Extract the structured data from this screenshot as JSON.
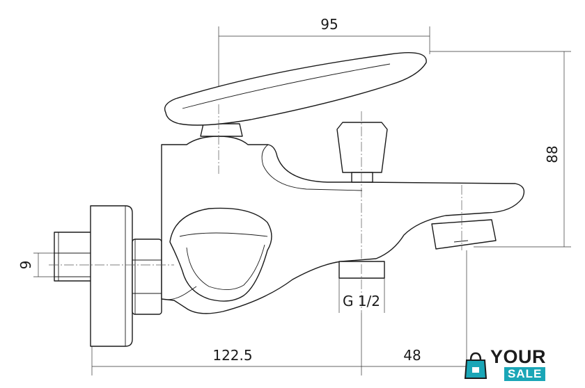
{
  "dimensions": {
    "top_width": "95",
    "right_height": "88",
    "left_pipe": "9",
    "thread": "G 1/2",
    "bottom_left": "122.5",
    "bottom_right": "48"
  },
  "logo": {
    "word1": "YOUR",
    "word2": "SALE",
    "icon": "shopping-bag-icon",
    "accent_color": "#1aa6b7"
  }
}
